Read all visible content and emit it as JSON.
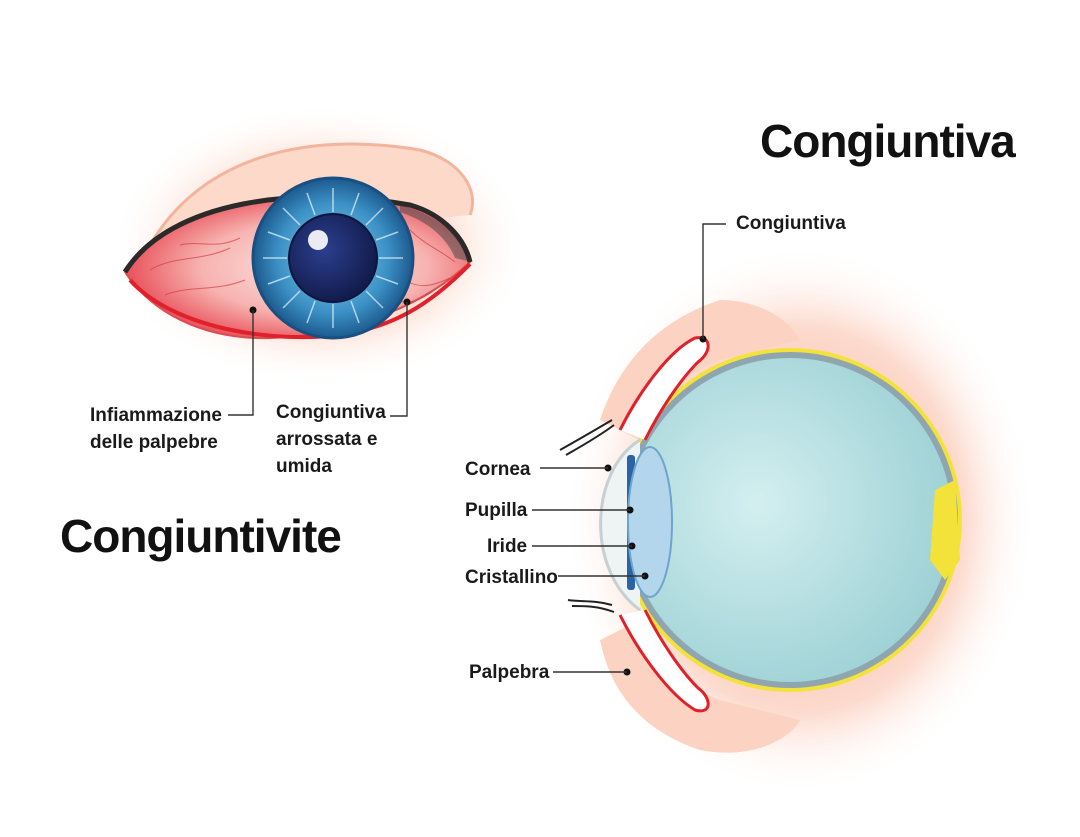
{
  "titles": {
    "conjunctivitis": "Congiuntivite",
    "conjunctiva": "Congiuntiva"
  },
  "front_eye_labels": {
    "eyelid_inflammation_line1": "Infiammazione",
    "eyelid_inflammation_line2": "delle palpebre",
    "red_conjunctiva_line1": "Congiuntiva",
    "red_conjunctiva_line2": "arrossata e",
    "red_conjunctiva_line3": "umida"
  },
  "section_labels": {
    "conjunctiva": "Congiuntiva",
    "cornea": "Cornea",
    "pupil": "Pupilla",
    "iris": "Iride",
    "lens": "Cristallino",
    "eyelid": "Palpebra"
  },
  "colors": {
    "skin_glow": "#f7a98a",
    "sclera_red": "#e8505a",
    "iris_blue": "#3a8fc4",
    "pupil_navy": "#1b2a6b",
    "globe_teal": "#b7e0e3",
    "retina_yellow": "#f3e23a",
    "conjunctiva_red": "#e0202a"
  }
}
